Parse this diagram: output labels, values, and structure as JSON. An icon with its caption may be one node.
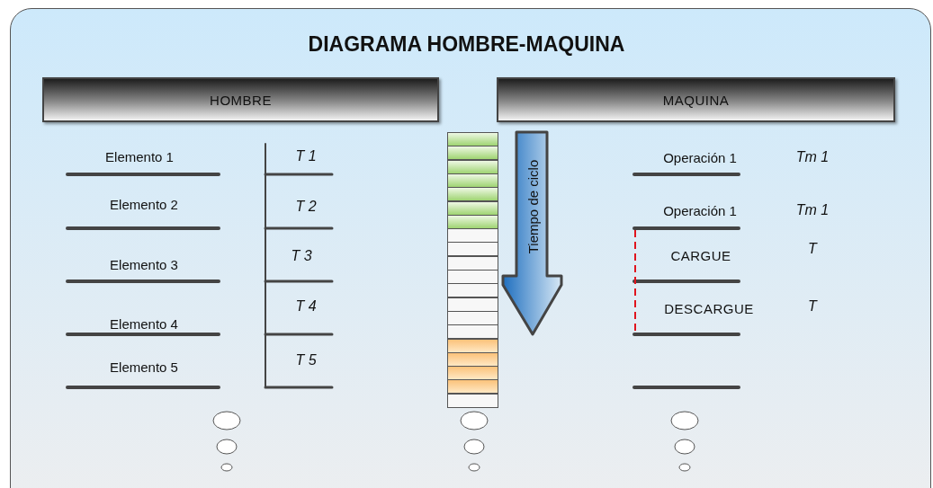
{
  "diagram": {
    "title": "DIAGRAMA HOMBRE-MAQUINA",
    "nodes": [
      {
        "text": [
          "HOMBRE"
        ]
      },
      {
        "text": [
          "MAQUINA"
        ]
      },
      {
        "text": [
          "Tiempo de ciclo"
        ]
      }
    ],
    "labels": [
      "Elemento 1",
      "T 1",
      "Operación 1",
      "Tm 1",
      "Elemento 2",
      "T 2",
      "Operación 1",
      "Tm 1",
      "Elemento 3",
      "T 3",
      "CARGUE",
      "T",
      "Elemento 4",
      "T 4",
      "DESCARGUE",
      "T",
      "Elemento 5",
      "T 5"
    ]
  }
}
